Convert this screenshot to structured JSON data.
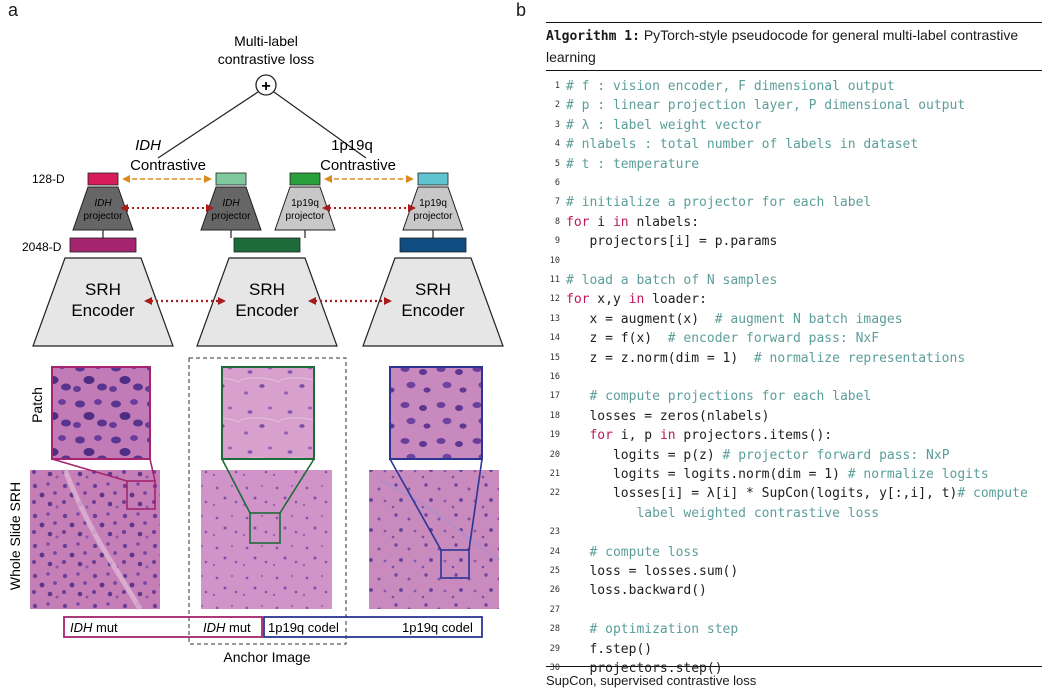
{
  "panel_a": {
    "letter": "a",
    "loss_title_line1": "Multi-label",
    "loss_title_line2": "contrastive loss",
    "plus_symbol": "+",
    "idh_contrastive_word1": "IDH",
    "idh_contrastive_word2": "Contrastive",
    "codel_contrastive_word1": "1p19q",
    "codel_contrastive_word2": "Contrastive",
    "dim_128": "128-D",
    "dim_2048": "2048-D",
    "projectors": [
      {
        "line1": "IDH",
        "line2": "projector"
      },
      {
        "line1": "IDH",
        "line2": "projector"
      },
      {
        "line1": "1p19q",
        "line2": "projector"
      },
      {
        "line1": "1p19q",
        "line2": "projector"
      }
    ],
    "encoders": [
      {
        "line1": "SRH",
        "line2": "Encoder"
      },
      {
        "line1": "SRH",
        "line2": "Encoder"
      },
      {
        "line1": "SRH",
        "line2": "Encoder"
      }
    ],
    "patch_label": "Patch",
    "whole_slide_label": "Whole Slide SRH",
    "labels": {
      "idh_mut_left": "IDH",
      "mut_suffix_left": " mut",
      "idh_mut_center": "IDH",
      "mut_suffix_center": " mut",
      "codel_center": "1p19q codel",
      "codel_right": "1p19q codel"
    },
    "anchor_image": "Anchor Image",
    "colors": {
      "magenta": "#a4246f",
      "magenta_light": "#d81b5a",
      "green": "#1e6b3a",
      "green_light": "#7fc9a0",
      "green_bright": "#2aa03c",
      "blue": "#0f4d80",
      "blue_dark": "#2a3596",
      "cyan": "#5fc3d0",
      "orange_arrow": "#d98b1f",
      "red_dotted": "#a61c1c"
    }
  },
  "panel_b": {
    "letter": "b",
    "algorithm_label": "Algorithm 1:",
    "algorithm_title": "PyTorch-style pseudocode for general multi-label contrastive learning",
    "code_lines": [
      {
        "n": "1",
        "parts": [
          {
            "t": "# f : vision encoder, F dimensional output",
            "k": "cm"
          }
        ]
      },
      {
        "n": "2",
        "parts": [
          {
            "t": "# p : linear projection layer, P dimensional output",
            "k": "cm"
          }
        ]
      },
      {
        "n": "3",
        "parts": [
          {
            "t": "# λ : label weight vector",
            "k": "cm"
          }
        ]
      },
      {
        "n": "4",
        "parts": [
          {
            "t": "# nlabels : total number of labels in dataset",
            "k": "cm"
          }
        ]
      },
      {
        "n": "5",
        "parts": [
          {
            "t": "# t : temperature",
            "k": "cm"
          }
        ]
      },
      {
        "n": "6",
        "parts": []
      },
      {
        "n": "7",
        "parts": [
          {
            "t": "# initialize a projector for each label",
            "k": "cm"
          }
        ]
      },
      {
        "n": "8",
        "parts": [
          {
            "t": "for",
            "k": "kw"
          },
          {
            "t": " i ",
            "k": "tx"
          },
          {
            "t": "in",
            "k": "kw"
          },
          {
            "t": " nlabels:",
            "k": "tx"
          }
        ]
      },
      {
        "n": "9",
        "parts": [
          {
            "t": "   projectors[i] = p.params",
            "k": "tx"
          }
        ]
      },
      {
        "n": "10",
        "parts": []
      },
      {
        "n": "11",
        "parts": [
          {
            "t": "# load a batch of N samples",
            "k": "cm"
          }
        ]
      },
      {
        "n": "12",
        "parts": [
          {
            "t": "for",
            "k": "kw"
          },
          {
            "t": " x,y ",
            "k": "tx"
          },
          {
            "t": "in",
            "k": "kw"
          },
          {
            "t": " loader:",
            "k": "tx"
          }
        ]
      },
      {
        "n": "13",
        "parts": [
          {
            "t": "   x = augment(x)  ",
            "k": "tx"
          },
          {
            "t": "# augment N batch images",
            "k": "cm"
          }
        ]
      },
      {
        "n": "14",
        "parts": [
          {
            "t": "   z = f(x)  ",
            "k": "tx"
          },
          {
            "t": "# encoder forward pass: NxF",
            "k": "cm"
          }
        ]
      },
      {
        "n": "15",
        "parts": [
          {
            "t": "   z = z.norm(dim = 1)  ",
            "k": "tx"
          },
          {
            "t": "# normalize representations",
            "k": "cm"
          }
        ]
      },
      {
        "n": "16",
        "parts": []
      },
      {
        "n": "17",
        "parts": [
          {
            "t": "   ",
            "k": "tx"
          },
          {
            "t": "# compute projections for each label",
            "k": "cm"
          }
        ]
      },
      {
        "n": "18",
        "parts": [
          {
            "t": "   losses = zeros(nlabels)",
            "k": "tx"
          }
        ]
      },
      {
        "n": "19",
        "parts": [
          {
            "t": "   ",
            "k": "tx"
          },
          {
            "t": "for",
            "k": "kw"
          },
          {
            "t": " i, p ",
            "k": "tx"
          },
          {
            "t": "in",
            "k": "kw"
          },
          {
            "t": " projectors.items():",
            "k": "tx"
          }
        ]
      },
      {
        "n": "20",
        "parts": [
          {
            "t": "      logits = p(z) ",
            "k": "tx"
          },
          {
            "t": "# projector forward pass: NxP",
            "k": "cm"
          }
        ]
      },
      {
        "n": "21",
        "parts": [
          {
            "t": "      logits = logits.norm(dim = 1) ",
            "k": "tx"
          },
          {
            "t": "# normalize logits",
            "k": "cm"
          }
        ]
      },
      {
        "n": "22",
        "parts": [
          {
            "t": "      losses[i] = λ[i] * SupCon(logits, y[:,i], t)",
            "k": "tx"
          },
          {
            "t": "# compute",
            "k": "cm"
          }
        ]
      },
      {
        "n": "",
        "parts": [
          {
            "t": "         label weighted contrastive loss",
            "k": "cm"
          }
        ]
      },
      {
        "n": "23",
        "parts": []
      },
      {
        "n": "24",
        "parts": [
          {
            "t": "   ",
            "k": "tx"
          },
          {
            "t": "# compute loss",
            "k": "cm"
          }
        ]
      },
      {
        "n": "25",
        "parts": [
          {
            "t": "   loss = losses.sum()",
            "k": "tx"
          }
        ]
      },
      {
        "n": "26",
        "parts": [
          {
            "t": "   loss.backward()",
            "k": "tx"
          }
        ]
      },
      {
        "n": "27",
        "parts": []
      },
      {
        "n": "28",
        "parts": [
          {
            "t": "   ",
            "k": "tx"
          },
          {
            "t": "# optimization step",
            "k": "cm"
          }
        ]
      },
      {
        "n": "29",
        "parts": [
          {
            "t": "   f.step()",
            "k": "tx"
          }
        ]
      },
      {
        "n": "30",
        "parts": [
          {
            "t": "   projectors.step()",
            "k": "tx"
          }
        ]
      }
    ],
    "footnote": "SupCon, supervised contrastive loss"
  }
}
